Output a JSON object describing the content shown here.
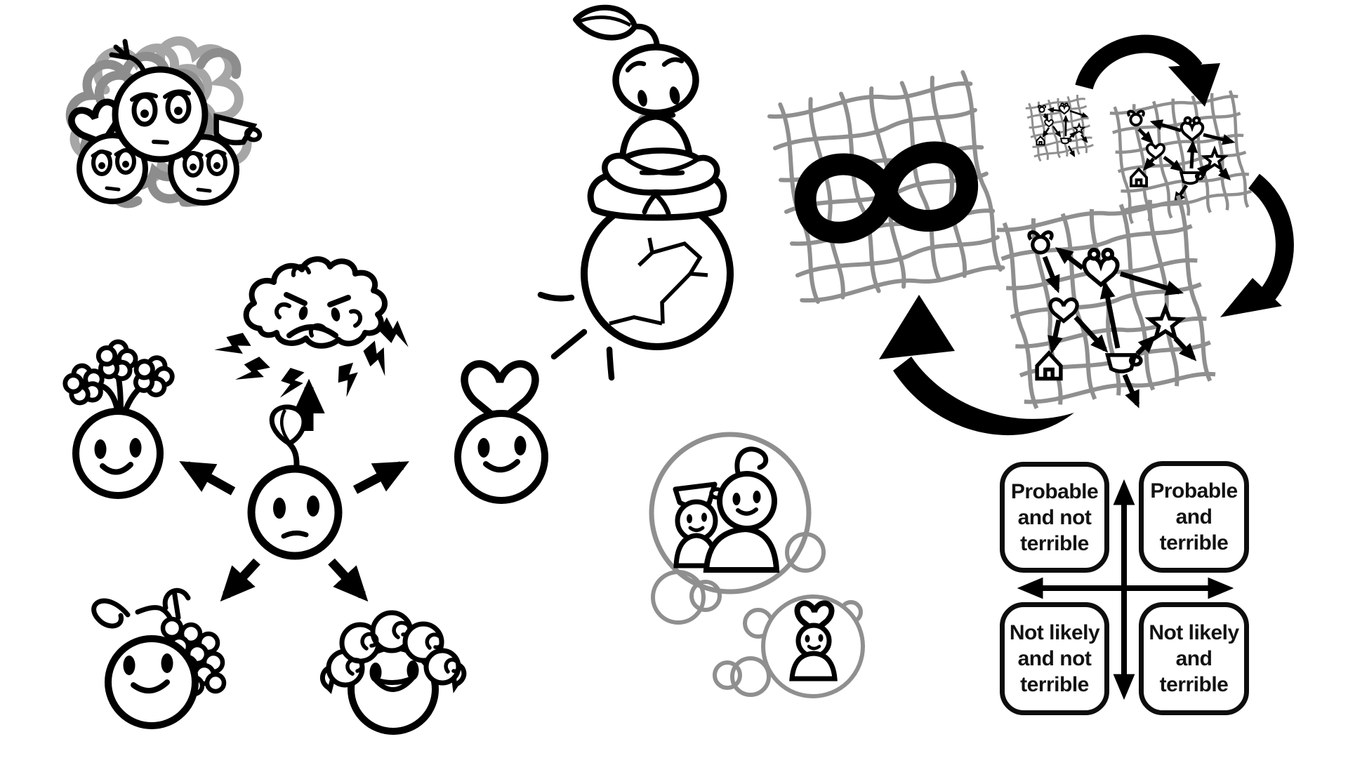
{
  "page": {
    "background": "#ffffff",
    "ink": "#000000",
    "gray": "#8f8f8f"
  },
  "matrix": {
    "quadrants": [
      {
        "id": "probable-not-terrible",
        "label": "Probable\nand not\nterrible"
      },
      {
        "id": "probable-terrible",
        "label": "Probable\nand\nterrible"
      },
      {
        "id": "not-likely-not-terrible",
        "label": "Not likely\nand not\nterrible"
      },
      {
        "id": "not-likely-terrible",
        "label": "Not likely\nand\nterrible"
      }
    ]
  },
  "icons": {
    "tangle": "tangled-scribble-with-worried-faces",
    "meditator": "sprout-character-meditating-on-cracked-ball",
    "infinity": "infinity-symbol-on-warped-grid",
    "cycle": "growth-cycle-of-network-grids",
    "network_nodes": [
      "apple-icon",
      "puzzle-heart-icon",
      "heart-icon",
      "star-icon",
      "house-icon",
      "cup-icon"
    ],
    "radial": "sprout-character-radiating-to-feelings",
    "radial_nodes": [
      "angry-brain-cloud-icon",
      "flower-head-character",
      "heart-head-character",
      "grapes-head-character",
      "roses-head-character"
    ],
    "bubbles": "thought-bubbles-with-characters",
    "matrix_axes": "crossed-double-arrows"
  }
}
